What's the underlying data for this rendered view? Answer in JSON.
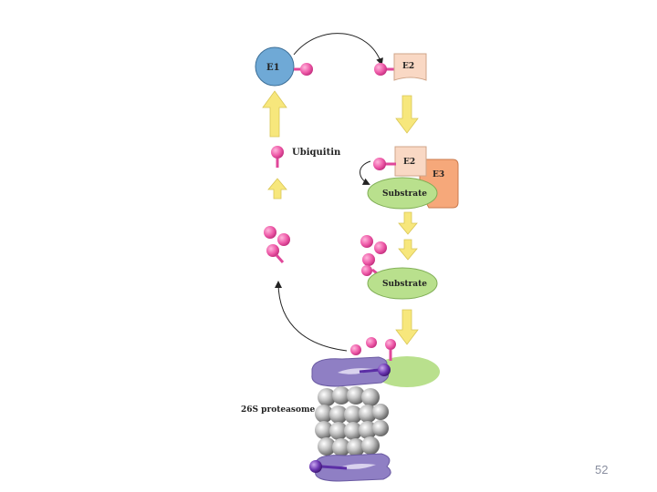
{
  "diagram": {
    "labels": {
      "e1": "E1",
      "e2_top": "E2",
      "e2_mid": "E2",
      "e3": "E3",
      "ubiquitin": "Ubiquitin",
      "substrate_top": "Substrate",
      "substrate_bottom": "Substrate",
      "proteasome": "26S proteasome"
    },
    "colors": {
      "e1": "#6fa9d6",
      "e2": "#f9d8c4",
      "e3": "#f6a87a",
      "ubiquitin": "#ee5aa8",
      "substrate": "#b9e08d",
      "arrow_fill": "#f7e77c",
      "proteasome_cap": "#8f7fc4",
      "proteasome_core": "#9a9a9a"
    }
  },
  "page_number": "52"
}
